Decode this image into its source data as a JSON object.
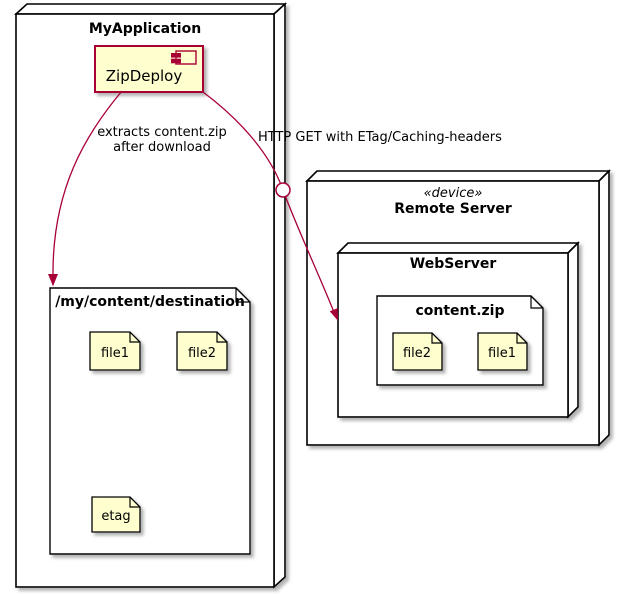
{
  "diagram": {
    "kind": "uml-deployment-diagram",
    "colors": {
      "background": "#ffffff",
      "node_fill": "#ffffff",
      "node_border": "#000000",
      "component_fill": "#fefece",
      "component_border": "#a80036",
      "file_fill": "#fefece",
      "edge_color": "#a80036",
      "text_color": "#000000"
    },
    "my_application": {
      "title": "MyApplication",
      "component": {
        "name": "ZipDeploy"
      },
      "destination_folder": {
        "title": "/my/content/destination",
        "files": [
          "file1",
          "file2",
          "etag"
        ]
      }
    },
    "remote_server": {
      "stereotype": "«device»",
      "title": "Remote Server",
      "web_server": {
        "title": "WebServer",
        "content_zip": {
          "title": "content.zip",
          "files": [
            "file2",
            "file1"
          ]
        }
      }
    },
    "edges": {
      "extract": {
        "label_line1": "extracts content.zip",
        "label_line2": "after download"
      },
      "http_get": {
        "label": "HTTP GET with ETag/Caching-headers"
      }
    }
  }
}
